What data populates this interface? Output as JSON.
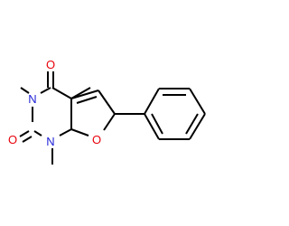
{
  "structure": {
    "atoms": {
      "o4": {
        "symbol": "O",
        "color": "#e8000b"
      },
      "n3": {
        "symbol": "N",
        "color": "#1f22d6"
      },
      "o2": {
        "symbol": "O",
        "color": "#e8000b"
      },
      "n1": {
        "symbol": "N",
        "color": "#1f22d6"
      },
      "o7": {
        "symbol": "O",
        "color": "#e8000b"
      }
    },
    "bond_color": "#000000",
    "background": "#ffffff"
  }
}
